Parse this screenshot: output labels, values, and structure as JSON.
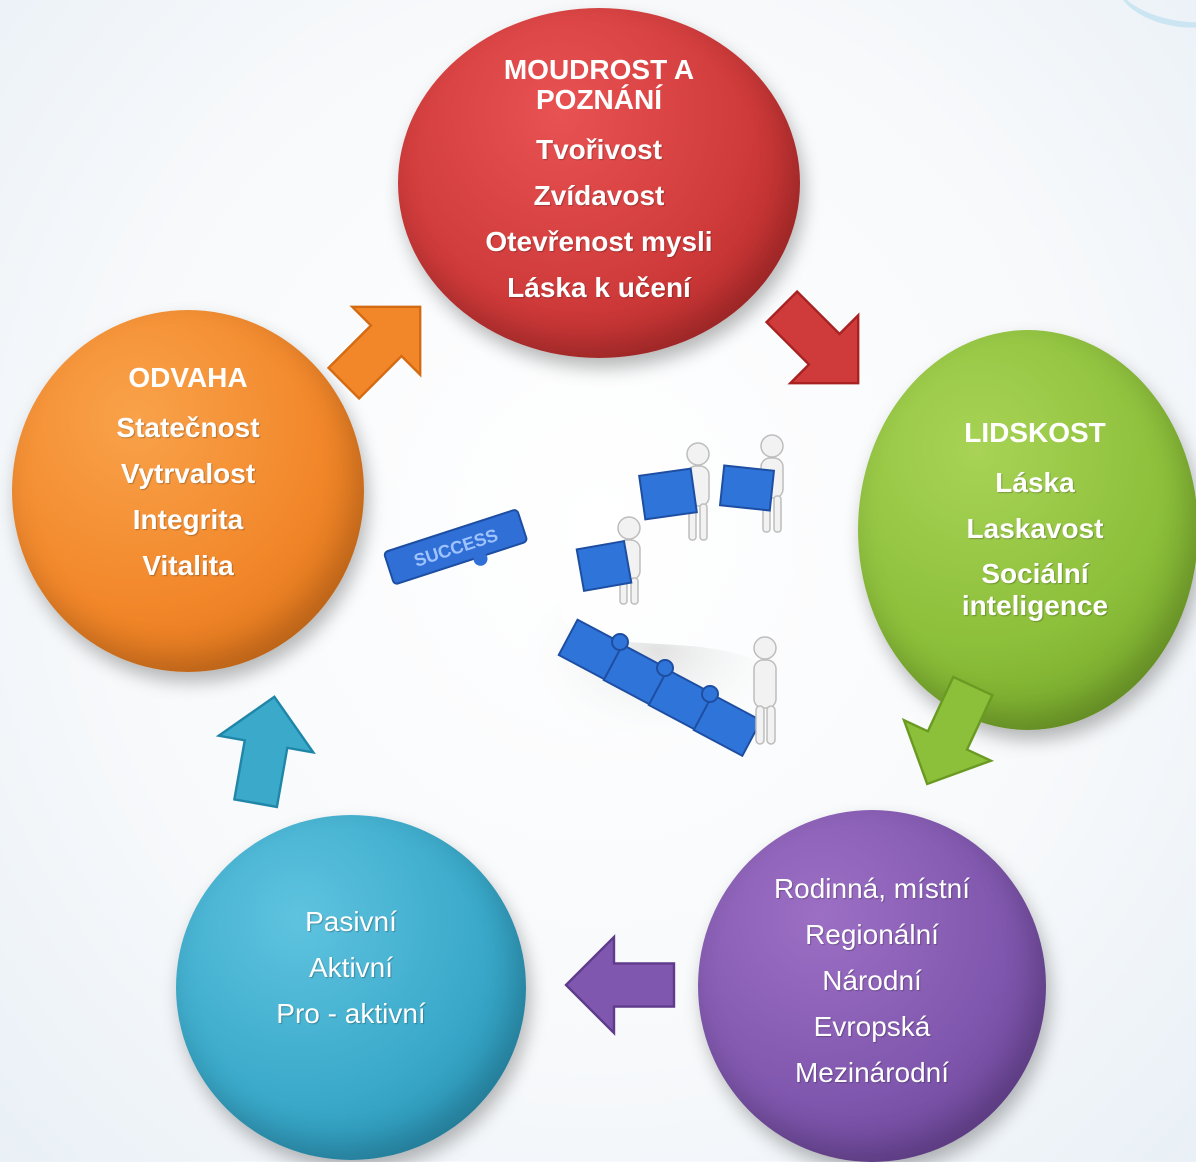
{
  "circles": {
    "wisdom": {
      "title": "MOUDROST A POZNÁNÍ",
      "items": [
        "Tvořivost",
        "Zvídavost",
        "Otevřenost mysli",
        "Láska k učení"
      ],
      "color": "#cf3a3a"
    },
    "humanity": {
      "title": "LIDSKOST",
      "items": [
        "Láska",
        "Laskavost",
        "Sociální inteligence"
      ],
      "color": "#8cbf3a"
    },
    "courage": {
      "title": "ODVAHA",
      "items": [
        "Statečnost",
        "Vytrvalost",
        "Integrita",
        "Vitalita"
      ],
      "color": "#f2872a"
    },
    "activity": {
      "items": [
        "Pasivní",
        "Aktivní",
        "Pro - aktivní"
      ],
      "color": "#3aa9ca"
    },
    "scope": {
      "items": [
        "Rodinná, místní",
        "Regionální",
        "Národní",
        "Evropská",
        "Mezinárodní"
      ],
      "color": "#8057ae"
    }
  },
  "center": {
    "sign_text": "SUCCESS"
  },
  "arrows": {
    "orange_to_red": "#f2872a",
    "red_to_green": "#cf3a3a",
    "green_to_purple": "#8cbf3a",
    "purple_to_blue": "#8057ae",
    "blue_to_orange": "#3aa9ca"
  }
}
